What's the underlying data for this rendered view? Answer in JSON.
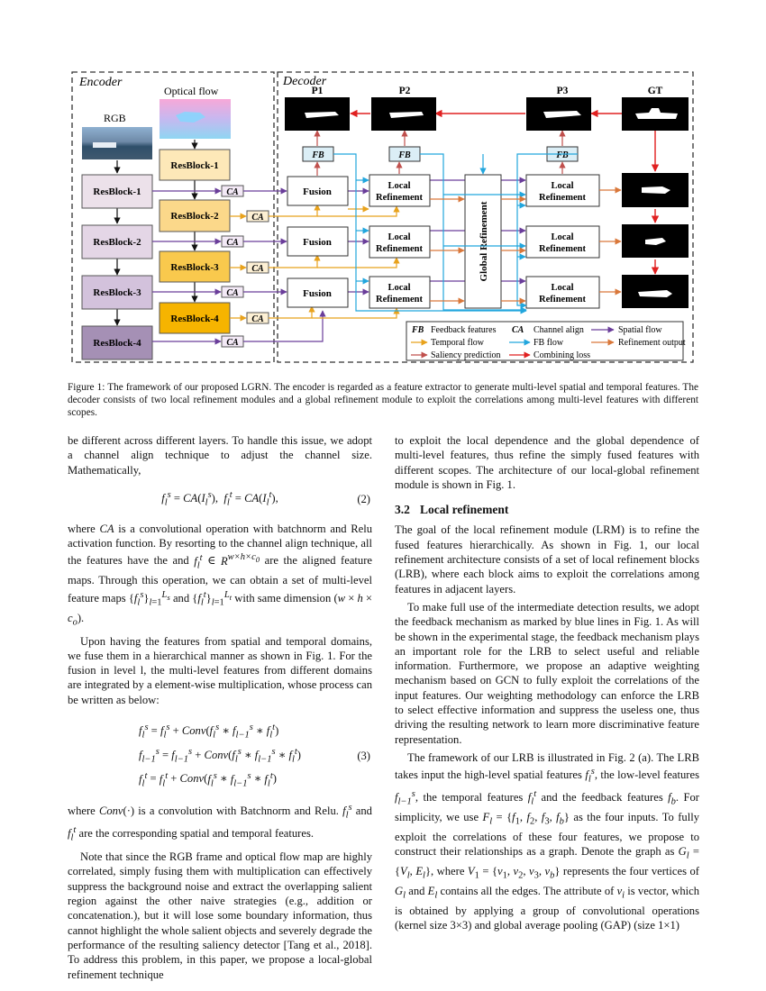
{
  "figure": {
    "encoder_label": "Encoder",
    "decoder_label": "Decoder",
    "optical_flow_label": "Optical flow",
    "rgb_label": "RGB",
    "rgb_resblocks": [
      "ResBlock-1",
      "ResBlock-2",
      "ResBlock-3",
      "ResBlock-4"
    ],
    "flow_resblocks": [
      "ResBlock-1",
      "ResBlock-2",
      "ResBlock-3",
      "ResBlock-4"
    ],
    "ca_label": "CA",
    "fusion_label": "Fusion",
    "local_refinement_label": [
      "Local",
      "Refinement"
    ],
    "global_refinement_label": "Global Refinement",
    "fb_label": "FB",
    "outputs": [
      "P1",
      "P2",
      "P3",
      "GT"
    ],
    "legend": {
      "fb_abbr": "FB",
      "fb_text": "Feedback features",
      "ca_abbr": "CA",
      "ca_text": "Channel align",
      "spatial_flow": "Spatial flow",
      "temporal_flow": "Temporal flow",
      "fb_flow": "FB flow",
      "refinement_output": "Refinement output",
      "saliency_prediction": "Saliency prediction",
      "combining_loss": "Combining loss"
    },
    "colors": {
      "rgb_block": "#ece1ea",
      "rgb_block4": "#a590b5",
      "flow_block1": "#fde8b8",
      "flow_block2": "#fbd88a",
      "flow_block3": "#f9c94d",
      "flow_block4": "#f6b400",
      "fb_block": "#dbeef6",
      "spatial_arrow": "#6a3d9a",
      "temporal_arrow": "#e8a21c",
      "fb_arrow": "#22a6dd",
      "refine_arrow": "#d9773a",
      "saliency_arrow": "#c0504d",
      "loss_arrow": "#e02020"
    }
  },
  "caption": "Figure 1: The framework of our proposed LGRN. The encoder is regarded as a feature extractor to generate multi-level spatial and temporal features. The decoder consists of two local refinement modules and a global refinement module to exploit the correlations among multi-level features with different scopes.",
  "left": {
    "p1": "be different across different layers. To handle this issue, we adopt a channel align technique to adjust the channel size. Mathematically,",
    "eq2_num": "(2)",
    "p2_a": "where ",
    "p2_b": " is a convolutional operation with batchnorm and Relu activation function. By resorting to the channel align technique, all the features have the and ",
    "p2_c": " are the aligned feature maps. Through this operation, we can obtain a set of multi-level feature maps ",
    "p2_d": " and ",
    "p2_e": " with same dimension ",
    "p3": "Upon having the features from spatial and temporal domains, we fuse them in a hierarchical manner as shown in Fig. 1. For the fusion in level l, the multi-level features from different domains are integrated by a element-wise multiplication, whose process can be written as below:",
    "eq3_num": "(3)",
    "p4_a": "where ",
    "p4_b": " is a convolution with Batchnorm and Relu. ",
    "p4_c": " and ",
    "p4_d": " are the corresponding spatial and temporal features.",
    "p5": "Note that since the RGB frame and optical flow map are highly correlated, simply fusing them with multiplication can effectively suppress the background noise and extract the overlapping salient region against the other naive strategies (e.g., addition or concatenation.), but it will lose some boundary information, thus cannot highlight the whole salient objects and severely degrade the performance of the resulting saliency detector [Tang et al., 2018]. To address this problem, in this paper, we propose a local-global refinement technique"
  },
  "right": {
    "p1": "to exploit the local dependence and the global dependence of multi-level features, thus refine the simply fused features with different scopes. The architecture of our local-global refinement module is shown in Fig. 1.",
    "sec_num": "3.2",
    "sec_title": "Local refinement",
    "p2": "The goal of the local refinement module (LRM) is to refine the fused features hierarchically. As shown in Fig. 1, our local refinement architecture consists of a set of local refinement blocks (LRB), where each block aims to exploit the correlations among features in adjacent layers.",
    "p3": "To make full use of the intermediate detection results, we adopt the feedback mechanism as marked by blue lines in Fig. 1. As will be shown in the experimental stage, the feedback mechanism plays an important role for the LRB to select useful and reliable information. Furthermore, we propose an adaptive weighting mechanism based on GCN to fully exploit the correlations of the input features. Our weighting methodology can enforce the LRB to select effective information and suppress the useless one, thus driving the resulting network to learn more discriminative feature representation.",
    "p4_a": "The framework of our LRB is illustrated in Fig. 2 (a). The LRB takes input the high-level spatial features ",
    "p4_b": ", the low-level features ",
    "p4_c": ", the temporal features ",
    "p4_d": " and the feedback features ",
    "p4_e": ". For simplicity, we use ",
    "p4_f": " as the four inputs. To fully exploit the correlations of these four features, we propose to construct their relationships as a graph. Denote the graph as ",
    "p4_g": ", where ",
    "p4_h": " represents the four vertices of ",
    "p4_i": " and ",
    "p4_j": " contains all the edges. The attribute of ",
    "p4_k": " is vector, which is obtained by applying a group of convolutional operations (kernel size 3×3) and global average pooling (GAP) (size 1×1)"
  }
}
